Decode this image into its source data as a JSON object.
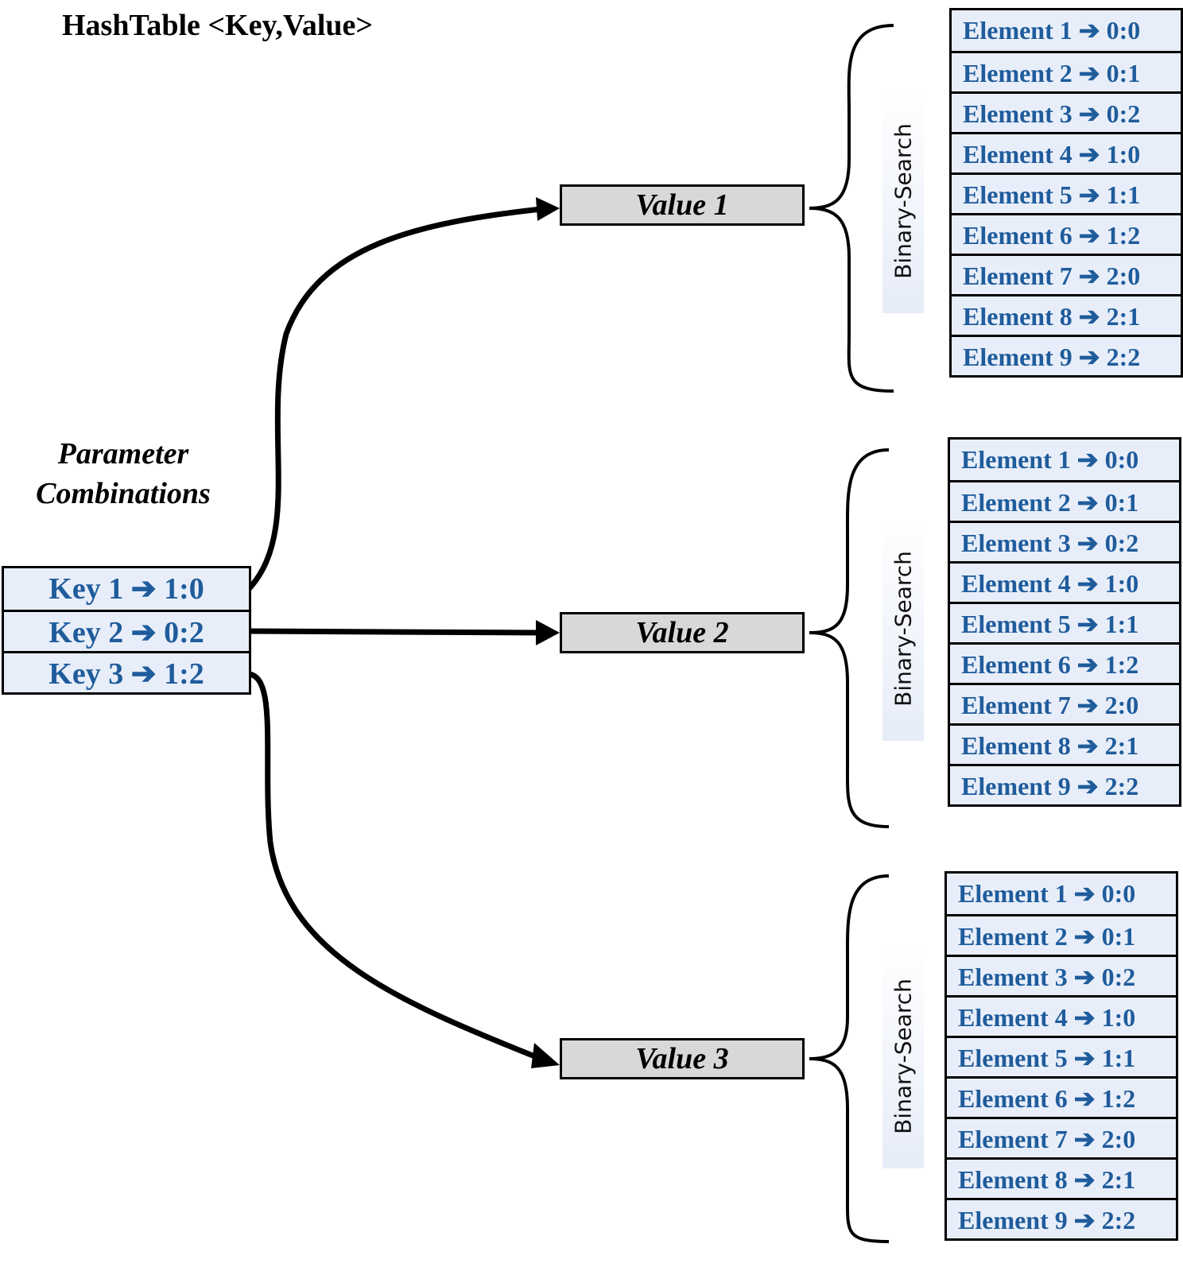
{
  "title": "HashTable <Key,Value>",
  "parameter_label": [
    "Parameter",
    "Combinations"
  ],
  "keys": [
    {
      "label": "Key 1",
      "value": "1:0"
    },
    {
      "label": "Key 2",
      "value": "0:2"
    },
    {
      "label": "Key 3",
      "value": "1:2"
    }
  ],
  "values": [
    "Value 1",
    "Value 2",
    "Value 3"
  ],
  "search_label": "Binary-Search",
  "element_lists": [
    [
      {
        "label": "Element 1",
        "value": "0:0"
      },
      {
        "label": "Element 2",
        "value": "0:1"
      },
      {
        "label": "Element 3",
        "value": "0:2"
      },
      {
        "label": "Element 4",
        "value": "1:0"
      },
      {
        "label": "Element 5",
        "value": "1:1"
      },
      {
        "label": "Element 6",
        "value": "1:2"
      },
      {
        "label": "Element 7",
        "value": "2:0"
      },
      {
        "label": "Element 8",
        "value": "2:1"
      },
      {
        "label": "Element 9",
        "value": "2:2"
      }
    ],
    [
      {
        "label": "Element 1",
        "value": "0:0"
      },
      {
        "label": "Element 2",
        "value": "0:1"
      },
      {
        "label": "Element 3",
        "value": "0:2"
      },
      {
        "label": "Element 4",
        "value": "1:0"
      },
      {
        "label": "Element 5",
        "value": "1:1"
      },
      {
        "label": "Element 6",
        "value": "1:2"
      },
      {
        "label": "Element 7",
        "value": "2:0"
      },
      {
        "label": "Element 8",
        "value": "2:1"
      },
      {
        "label": "Element 9",
        "value": "2:2"
      }
    ],
    [
      {
        "label": "Element 1",
        "value": "0:0"
      },
      {
        "label": "Element 2",
        "value": "0:1"
      },
      {
        "label": "Element 3",
        "value": "0:2"
      },
      {
        "label": "Element 4",
        "value": "1:0"
      },
      {
        "label": "Element 5",
        "value": "1:1"
      },
      {
        "label": "Element 6",
        "value": "1:2"
      },
      {
        "label": "Element 7",
        "value": "2:0"
      },
      {
        "label": "Element 8",
        "value": "2:1"
      },
      {
        "label": "Element 9",
        "value": "2:2"
      }
    ]
  ],
  "colors": {
    "text_blue": "#1f5c9c",
    "box_fill": "#e8eef9",
    "value_fill": "#d8d8d8"
  }
}
